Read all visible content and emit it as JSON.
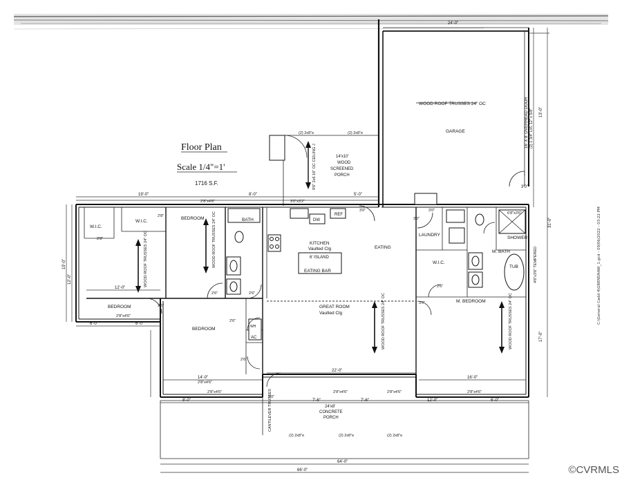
{
  "title": {
    "heading": "Floor Plan",
    "scale": "Scale 1/4\"=1'",
    "area": "1716 S.F."
  },
  "rooms": {
    "garage": "GARAGE",
    "garage_trusses": "WOOD ROOF TRUSSES 24\" OC",
    "overhead_door": "16' X 8' OVERHEAD DOOR",
    "overhead_door_header": "(2) 1 3/4\" LVL 12\" x 5/8\"",
    "screened_porch_size": "14'x10'",
    "screened_porch_line1": "WOOD",
    "screened_porch_line2": "SCREENED",
    "screened_porch_line3": "PORCH",
    "porch_ceiling": "9'6\" 2x6 16\" OC CEILING J",
    "wic_1": "W.I.C.",
    "wic_2": "W.I.C.",
    "wic_3": "W.I.C.",
    "bedroom_nw": "BEDROOM",
    "bedroom_top": "BEDROOM",
    "bedroom_sw": "BEDROOM",
    "bath": "BATH",
    "kitchen": "KITCHEN",
    "kitchen_ceiling": "Vaulted Clg",
    "island": "6' ISLAND",
    "eating_bar": "EATING BAR",
    "eating": "EATING",
    "laundry": "LAUNDRY",
    "m_bath": "M. BATH",
    "shower": "SHOWER",
    "tub": "TUB",
    "tempered": "4'6\"x3'6\" TEMPERED",
    "great_room": "GREAT ROOM",
    "great_room_ceiling": "Vaulted Clg",
    "m_bedroom": "M. BEDROOM",
    "ac": "AC",
    "wh": "WH",
    "dw": "DW",
    "ref": "REF",
    "porch_size": "24'x8'",
    "porch_line1": "CONCRETE",
    "porch_line2": "PORCH",
    "cantilever": "CANTILEVER TRUSSES",
    "trusses": "WOOD ROOF TRUSSES 24\" OC"
  },
  "windows": {
    "w1": "2'8\"x4'6\"",
    "w2": "2'8\"x4'6\"",
    "w3": "2'8\"x4'6\"",
    "w4": "2'8\"x4'6\"",
    "w5": "2'8\"x4'6\"",
    "w6": "2'8\"x4'6\"",
    "w7": "2'8\"x4'6\"",
    "w8": "3'0\"x3'2\"",
    "w9": "6'8\"x3'6\""
  },
  "doors": {
    "d1": "3'0\"",
    "d2": "3'0\"",
    "d3": "3'0\"",
    "d4": "2'6\"",
    "d5": "2'6\"",
    "d6": "2'6\"",
    "d7": "2'6\"",
    "d8": "2'6\"",
    "d9": "2'6\"",
    "d10": "2'8\"",
    "d11": "2'8\"",
    "d12": "3'0\"",
    "d13": "3'0\"",
    "d14": "3'0\""
  },
  "posts": {
    "p1": "(2) 2x8\"e",
    "p2": "(2) 2x8\"e",
    "p3": "(2) 2x8\"e",
    "p4": "(2) 2x8\"e",
    "p5": "(2) 2x8\"e"
  },
  "dimensions": {
    "top_overall": "24'-0\"",
    "top_a": "19'-0\"",
    "top_b": "8'-0\"",
    "top_c": "5'-0\"",
    "right_a": "13'-0\"",
    "right_b": "17'-0\"",
    "right_c": "31'-0\"",
    "left_a": "19'-0\"",
    "left_b": "12'-0\"",
    "bottom_a": "8'-0\"",
    "bottom_b": "7'-6\"",
    "bottom_c": "7'-6\"",
    "bottom_d": "12'-0\"",
    "bottom_e": "6'-0\"",
    "bottom_overall": "64'-0\"",
    "bottom_overall2": "66'-0\"",
    "left_c": "6'-0\"",
    "left_d": "6'-0\"",
    "inner_a": "12'-0\"",
    "inner_b": "14'-0\"",
    "inner_c": "22'-0\"",
    "inner_d": "16'-0\""
  },
  "file_path": "C:\\General Cadd 4\\GRENSHAW_1.gcd - 09/06/2022 - 03:22 PM",
  "watermark": "©CVRMLS"
}
